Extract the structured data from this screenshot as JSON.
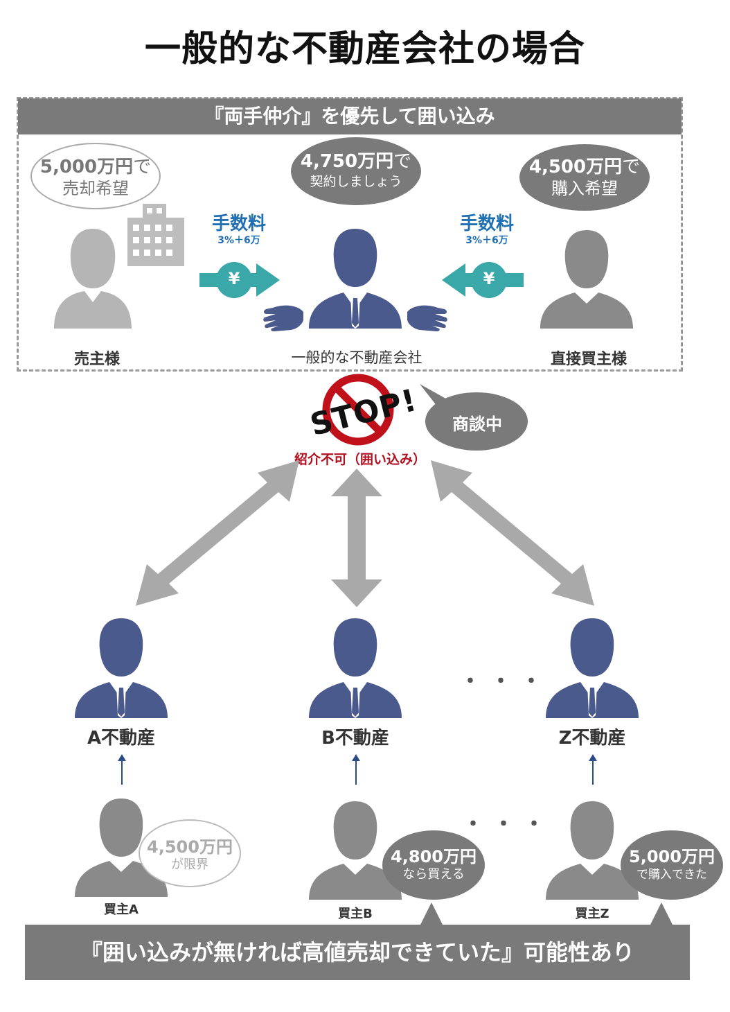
{
  "title": "一般的な不動産会社の場合",
  "top_section": {
    "header": "『両手仲介』を優先して囲い込み",
    "seller": {
      "bubble_line1": "5,000万円",
      "bubble_line1_suffix": "で",
      "bubble_line2": "売却希望",
      "label": "売主様"
    },
    "agent": {
      "bubble_line1": "4,750万円",
      "bubble_line1_suffix": "で",
      "bubble_line2": "契約しましょう",
      "label": "一般的な不動産会社"
    },
    "buyer": {
      "bubble_line1": "4,500万円",
      "bubble_line1_suffix": "で",
      "bubble_line2": "購入希望",
      "label": "直接買主様"
    },
    "fee_left": {
      "title": "手数料",
      "sub": "3%＋6万",
      "symbol": "¥"
    },
    "fee_right": {
      "title": "手数料",
      "sub": "3%＋6万",
      "symbol": "¥"
    }
  },
  "stop": {
    "sign_text": "STOP!",
    "caption": "紹介不可（囲い込み）",
    "speech": "商談中"
  },
  "agents": [
    {
      "label": "A不動産"
    },
    {
      "label": "B不動産"
    },
    {
      "label": "Z不動産"
    }
  ],
  "ellipsis": "・・・",
  "buyers": [
    {
      "label": "買主A",
      "bubble_line1": "4,500万円",
      "bubble_line2": "が限界"
    },
    {
      "label": "買主B",
      "bubble_line1": "4,800万円",
      "bubble_line2": "なら買える"
    },
    {
      "label": "買主Z",
      "bubble_line1": "5,000万円",
      "bubble_line2": "で購入できた"
    }
  ],
  "bottom_banner": "『囲い込みが無ければ高値売却できていた』可能性あり",
  "colors": {
    "navy_person": "#4a5a8c",
    "gray_person": "#8a8a8a",
    "light_person": "#b5b5b5",
    "teal_arrow": "#3aa7a8",
    "gray_arrow": "#a9a9a9",
    "stop_red": "#c0101a",
    "caption_red": "#b01020",
    "fee_blue": "#1f6fb2",
    "banner_gray": "#7a7a7a"
  }
}
